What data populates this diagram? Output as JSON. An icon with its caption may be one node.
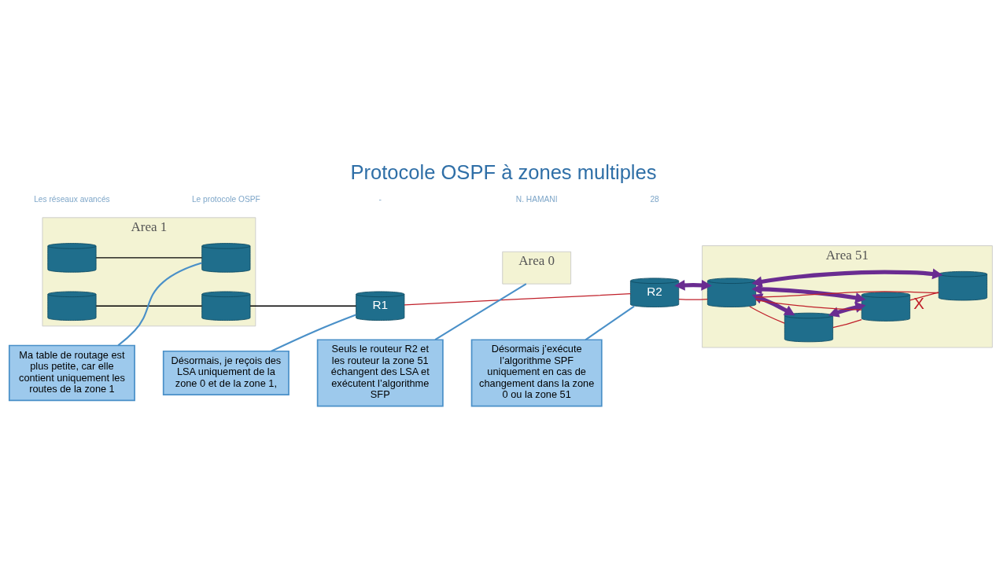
{
  "diagram": {
    "title": "Protocole OSPF à zones multiples",
    "nodes": [
      {
        "text": [
          "Area 1"
        ]
      },
      {
        "text": [],
        "shape": "cylinder",
        "in": 0
      },
      {
        "text": [],
        "shape": "cylinder",
        "in": 0
      },
      {
        "text": [],
        "shape": "cylinder",
        "in": 0
      },
      {
        "text": [],
        "shape": "cylinder",
        "in": 0
      },
      {
        "text": [
          "Area 0"
        ]
      },
      {
        "text": [
          "R1"
        ]
      },
      {
        "text": [
          "R2"
        ]
      },
      {
        "text": [
          "Area 51"
        ]
      },
      {
        "text": [],
        "shape": "cylinder",
        "in": 8
      },
      {
        "text": [],
        "shape": "cylinder",
        "in": 8
      },
      {
        "text": [],
        "shape": "cylinder",
        "in": 8
      },
      {
        "text": [],
        "shape": "cylinder",
        "in": 8
      },
      {
        "text": [
          "Ma table de routage est plus petite, car elle contient uniquement les routes de la zone 1"
        ]
      },
      {
        "text": [
          "Désormais, je reçois des LSA uniquement de la zone 0 et de la zone 1,"
        ]
      },
      {
        "text": [
          "Seuls le routeur R2 et les routeur la zone 51 échangent des LSA et exécutent l’algorithme SFP"
        ]
      },
      {
        "text": [
          "Désormais j’exécute l’algorithme SPF uniquement en cas de changement dans la zone 0 ou la zone 51"
        ]
      }
    ],
    "edges": [
      {
        "from": 1,
        "to": 4,
        "arrow": "none",
        "color": "#000000"
      },
      {
        "from": 2,
        "to": 3,
        "arrow": "none",
        "color": "#000000"
      },
      {
        "from": 3,
        "to": 6,
        "arrow": "none",
        "color": "#000000"
      },
      {
        "from": 6,
        "to": 7,
        "arrow": "none"
      },
      {
        "from": 7,
        "to": 10,
        "arrow": "none"
      },
      {
        "from": 10,
        "to": 9,
        "arrow": "none"
      },
      {
        "from": 9,
        "to": 11,
        "arrow": "none"
      },
      {
        "from": 10,
        "to": 11,
        "arrow": "none"
      },
      {
        "from": 10,
        "to": 12,
        "arrow": "none"
      },
      {
        "from": 11,
        "to": 12,
        "arrow": "none",
        "label": "X"
      },
      {
        "from": 7,
        "to": 10,
        "arrow": "both",
        "style": "thick",
        "color": "#6a2c91"
      },
      {
        "from": 10,
        "to": 9,
        "arrow": "both",
        "style": "thick",
        "color": "#6a2c91"
      },
      {
        "from": 9,
        "to": 11,
        "arrow": "both",
        "style": "thick",
        "color": "#6a2c91"
      },
      {
        "from": 10,
        "to": 11,
        "arrow": "both",
        "style": "thick",
        "color": "#6a2c91"
      },
      {
        "from": 10,
        "to": 12,
        "arrow": "both",
        "style": "thick",
        "color": "#6a2c91"
      },
      {
        "from": 13,
        "to": 4,
        "arrow": "none",
        "color": "#4a90c8"
      },
      {
        "from": 14,
        "to": 6,
        "arrow": "none",
        "color": "#4a90c8"
      },
      {
        "from": 15,
        "to": 5,
        "arrow": "none",
        "color": "#4a90c8"
      },
      {
        "from": 16,
        "to": 7,
        "arrow": "none",
        "color": "#4a90c8"
      }
    ],
    "labels": [
      "Les réseaux avancés",
      "Le protocole OSPF",
      "-",
      "N. HAMANI",
      "28"
    ]
  }
}
